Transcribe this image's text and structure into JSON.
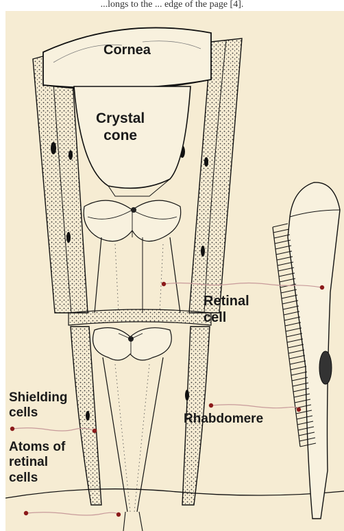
{
  "caption": "...longs to the ... edge of the page [4].",
  "labels": {
    "cornea": "Cornea",
    "crystal_cone": "Crystal\ncone",
    "retinal_cell": "Retinal\ncell",
    "shielding_cells": "Shielding\ncells",
    "rhabdomere": "Rhabdomere",
    "atoms_retinal": "Atoms of\nretinal\ncells"
  },
  "colors": {
    "paper": "#f6ecd3",
    "ink": "#1a1a1a",
    "leader_dot": "#8b1a1a",
    "leader_line": "#c79a9a"
  }
}
